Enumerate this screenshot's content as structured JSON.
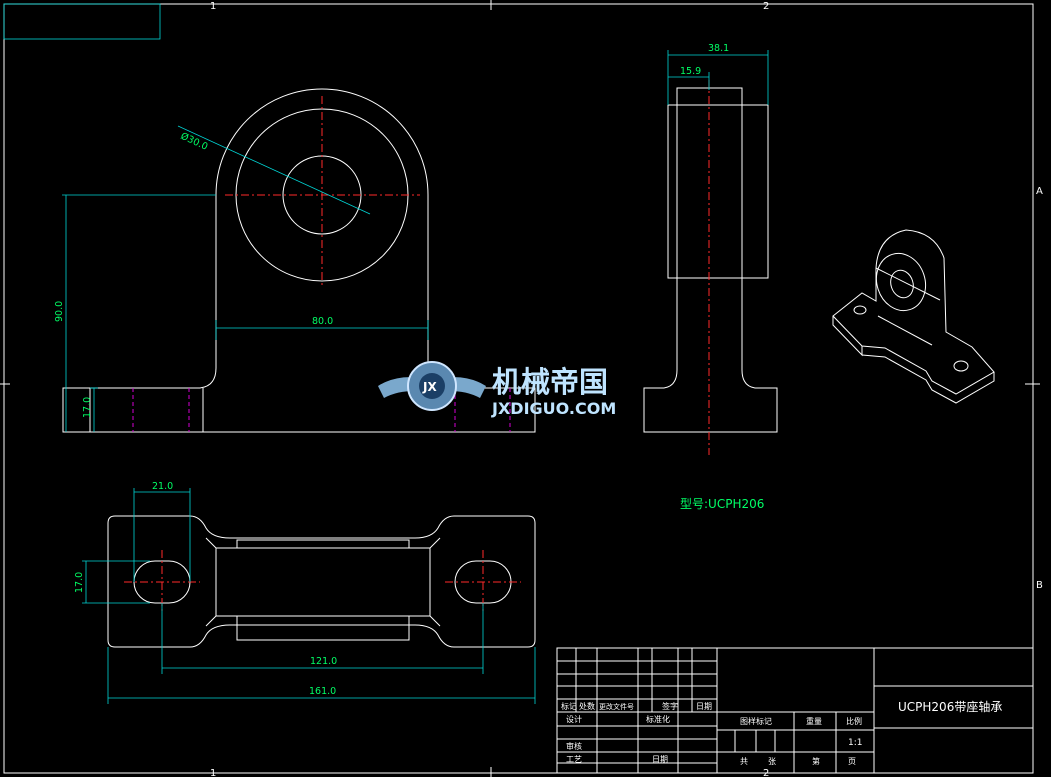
{
  "zones": {
    "top": [
      "1",
      "2"
    ],
    "bottom": [
      "1",
      "2"
    ],
    "right": [
      "A",
      "B"
    ]
  },
  "dimensions": {
    "front_diameter": "Ø30.0",
    "front_width": "80.0",
    "front_height": "90.0",
    "front_base_height": "17.0",
    "side_total_width": "38.1",
    "side_inner_width": "15.9",
    "top_slot_width": "21.0",
    "top_slot_height": "17.0",
    "top_hole_spacing": "121.0",
    "top_total_length": "161.0"
  },
  "model_label": "型号:UCPH206",
  "watermark": {
    "cn": "机械帝国",
    "en": "JXDIGUO.COM",
    "badge": "JX"
  },
  "title_block": {
    "row_revision": [
      "标记",
      "处数",
      "更改文件号",
      "签字",
      "日期"
    ],
    "design": "设计",
    "standardization": "标准化",
    "stage_mark": "图样标记",
    "weight": "重量",
    "scale_label": "比例",
    "review": "审核",
    "process": "工艺",
    "approve": "日期",
    "scale_value": "1:1",
    "total": "共",
    "sheet": "张",
    "sheet_no": "第",
    "page": "页",
    "drawing_name": "UCPH206带座轴承"
  },
  "colors": {
    "outline": "#ffffff",
    "dimension": "#00d6d6",
    "dim_text": "#00ff66",
    "centerline": "#ff2a2a",
    "hidden": "#d400d4"
  }
}
